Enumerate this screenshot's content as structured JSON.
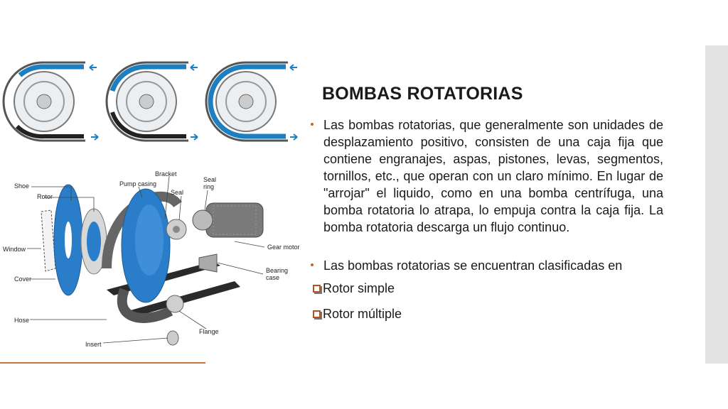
{
  "slide": {
    "title": "BOMBAS ROTATORIAS",
    "bullets": [
      "Las bombas rotatorias, que generalmente son unidades de desplazamiento positivo, consisten de una caja fija que contiene engranajes, aspas, pistones, levas, segmentos, tornillos, etc., que operan con un claro mínimo. En lugar de \"arrojar\" el liquido, como en una bomba centrífuga, una bomba rotatoria lo atrapa, lo empuja contra la caja fija. La bomba rotatoria descarga un flujo continuo.",
      "Las bombas rotatorias se encuentran clasificadas en"
    ],
    "sub_items": [
      "Rotor simple",
      "Rotor múltiple"
    ]
  },
  "figure": {
    "labels": {
      "shoe": "Shoe",
      "rotor": "Rotor",
      "window": "Window",
      "cover": "Cover",
      "hose": "Hose",
      "insert": "Insert",
      "pump_casing": "Pump casing",
      "bracket": "Bracket",
      "seal": "Seal",
      "seal_ring_1": "Seal",
      "seal_ring_2": "ring",
      "gear_motor": "Gear motor",
      "bearing_case_1": "Bearing",
      "bearing_case_2": "case",
      "flange": "Flange"
    }
  },
  "colors": {
    "accent": "#c0652d",
    "hose_blue": "#1e7fc0",
    "pump_blue": "#2a7ec9"
  }
}
